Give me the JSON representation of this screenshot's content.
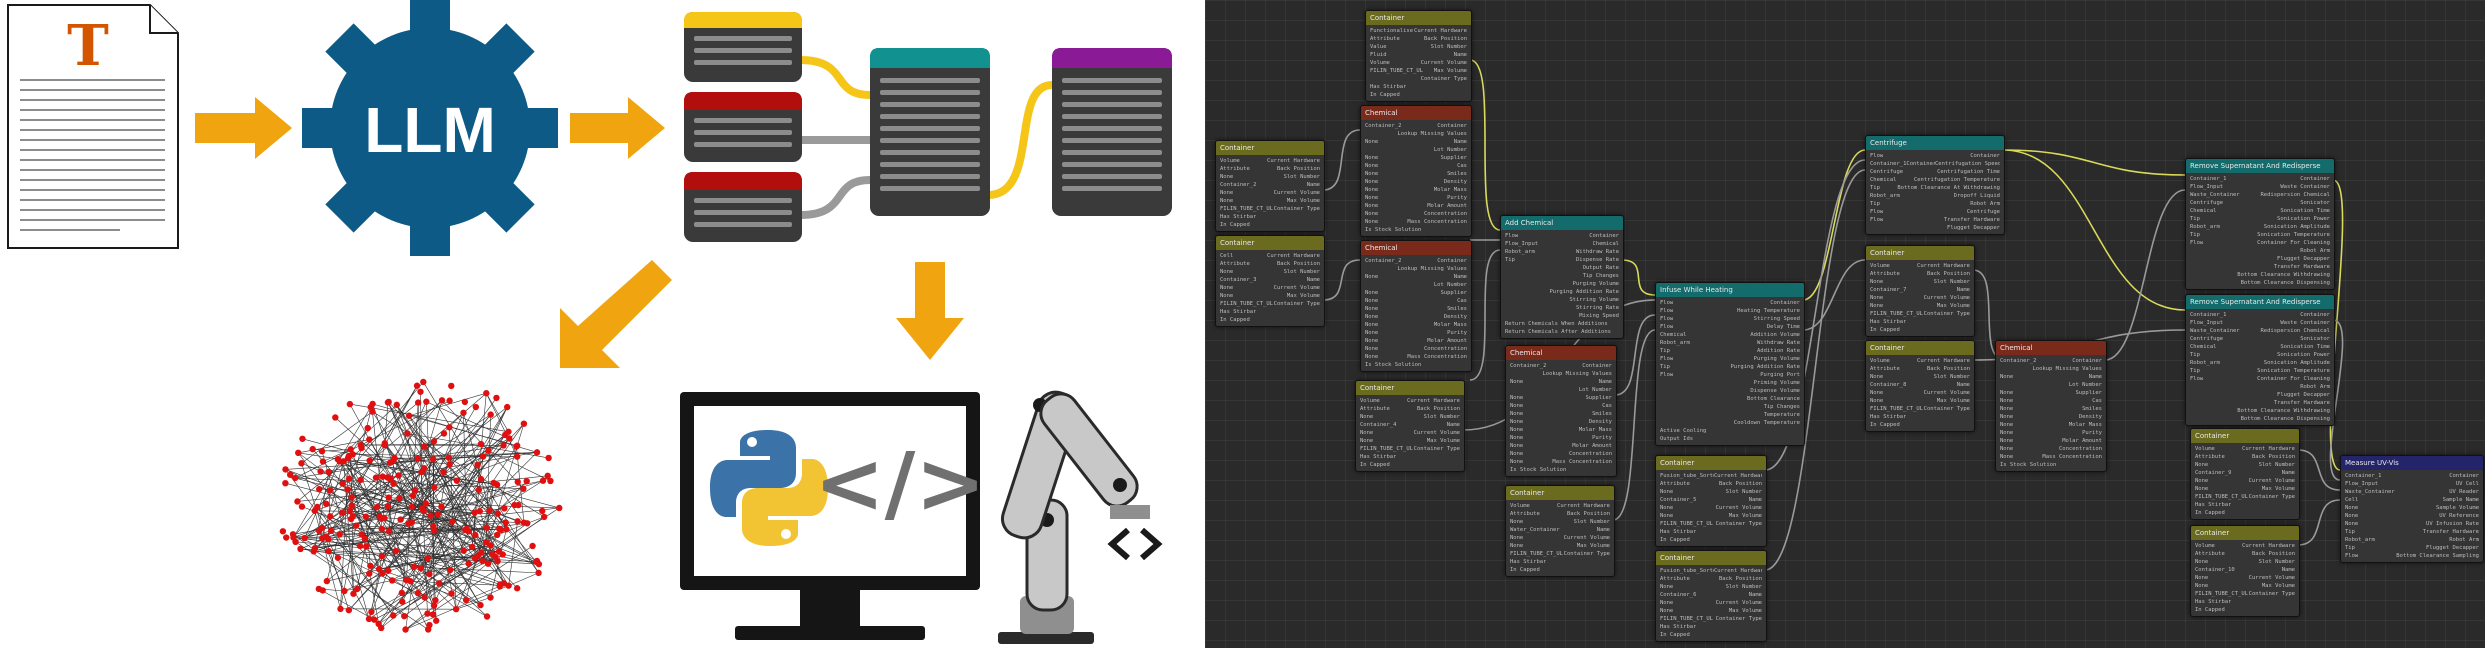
{
  "colors": {
    "arrow": "#f0a410",
    "gear": "#0d5a86",
    "yellow": "#f5c518",
    "red": "#b30e0e",
    "teal": "#129191",
    "purple": "#8b1a96",
    "card": "#3a3a3a",
    "network_dot": "#e01010",
    "screen_frame": "#151515",
    "python_blue": "#3b72a8",
    "python_yellow": "#f2c433",
    "robot_body": "#c8c8c8",
    "node_olive": "#6b6b1f",
    "node_rust": "#7a2a1a",
    "node_teal": "#136b6b",
    "node_navy": "#24246a"
  },
  "pipeline": {
    "document_letter": "T",
    "gear_label": "LLM",
    "code_glyph": "</>",
    "icons": [
      "document-icon",
      "gear-icon",
      "python-logo-icon",
      "robot-arm-icon",
      "monitor-icon",
      "network-graph-icon"
    ]
  },
  "editor": {
    "nodes": [
      {
        "id": "n1",
        "title": "Container",
        "color": "olive",
        "rows": [
          [
            "Functionalise",
            "Current Hardware"
          ],
          [
            "Attribute",
            "Back Position"
          ],
          [
            "Value",
            "Slot Number"
          ],
          [
            "Fluid",
            "Name"
          ],
          [
            "Volume",
            "Current Volume"
          ],
          [
            "FILIN_TUBE_CT_UL",
            "Max Volume"
          ],
          [
            "",
            "Container Type"
          ]
        ],
        "footer": [
          "Has Stirbar",
          "In Capped"
        ]
      },
      {
        "id": "n2",
        "title": "Chemical",
        "color": "rust",
        "rows": [
          [
            "Container_2",
            "Container"
          ],
          [
            "",
            "Lookup Missing Values"
          ],
          [
            "None",
            "Name"
          ],
          [
            "",
            "Lot Number"
          ],
          [
            "None",
            "Supplier"
          ],
          [
            "None",
            "Cas"
          ],
          [
            "None",
            "Smiles"
          ],
          [
            "None",
            "Density"
          ],
          [
            "None",
            "Molar Mass"
          ],
          [
            "None",
            "Purity"
          ],
          [
            "None",
            "Molar Amount"
          ],
          [
            "None",
            "Concentration"
          ],
          [
            "None",
            "Mass Concentration"
          ]
        ],
        "footer": [
          "Is Stock Solution"
        ]
      },
      {
        "id": "n3",
        "title": "Container",
        "color": "olive",
        "rows": [
          [
            "Volume",
            "Current Hardware"
          ],
          [
            "Attribute",
            "Back Position"
          ],
          [
            "None",
            "Slot Number"
          ],
          [
            "Container_2",
            "Name"
          ],
          [
            "None",
            "Current Volume"
          ],
          [
            "None",
            "Max Volume"
          ],
          [
            "FILIN_TUBE_CT_UL",
            "Container Type"
          ]
        ],
        "footer": [
          "Has Stirbar",
          "In Capped"
        ]
      },
      {
        "id": "n4",
        "title": "Container",
        "color": "olive",
        "rows": [
          [
            "Cell",
            "Current Hardware"
          ],
          [
            "Attribute",
            "Back Position"
          ],
          [
            "None",
            "Slot Number"
          ],
          [
            "Container_3",
            "Name"
          ],
          [
            "None",
            "Current Volume"
          ],
          [
            "None",
            "Max Volume"
          ],
          [
            "FILIN_TUBE_CT_UL",
            "Container Type"
          ]
        ],
        "footer": [
          "Has Stirbar",
          "In Capped"
        ]
      },
      {
        "id": "n5",
        "title": "Chemical",
        "color": "rust",
        "rows": [
          [
            "Container_2",
            "Container"
          ],
          [
            "",
            "Lookup Missing Values"
          ],
          [
            "None",
            "Name"
          ],
          [
            "",
            "Lot Number"
          ],
          [
            "None",
            "Supplier"
          ],
          [
            "None",
            "Cas"
          ],
          [
            "None",
            "Smiles"
          ],
          [
            "None",
            "Density"
          ],
          [
            "None",
            "Molar Mass"
          ],
          [
            "None",
            "Purity"
          ],
          [
            "None",
            "Molar Amount"
          ],
          [
            "None",
            "Concentration"
          ],
          [
            "None",
            "Mass Concentration"
          ]
        ],
        "footer": [
          "Is Stock Solution"
        ]
      },
      {
        "id": "n6",
        "title": "Container",
        "color": "olive",
        "rows": [
          [
            "Volume",
            "Current Hardware"
          ],
          [
            "Attribute",
            "Back Position"
          ],
          [
            "None",
            "Slot Number"
          ],
          [
            "Container_4",
            "Name"
          ],
          [
            "None",
            "Current Volume"
          ],
          [
            "None",
            "Max Volume"
          ],
          [
            "FILIN_TUBE_CT_UL",
            "Container Type"
          ]
        ],
        "footer": [
          "Has Stirbar",
          "In Capped"
        ]
      },
      {
        "id": "n7",
        "title": "Add Chemical",
        "color": "teal",
        "rows": [
          [
            "Flow",
            "Container"
          ],
          [
            "Flow_Input",
            "Chemical"
          ],
          [
            "Robot_arm",
            "Withdraw Rate"
          ],
          [
            "Tip",
            "Dispense Rate"
          ],
          [
            "",
            "Output Rate"
          ],
          [
            "",
            "Tip Changes"
          ],
          [
            "",
            "Purging Volume"
          ],
          [
            "",
            "Purging Addition Rate"
          ],
          [
            "",
            "Stirring Volume"
          ],
          [
            "",
            "Stirring Rate"
          ],
          [
            "",
            "Mixing Speed"
          ]
        ],
        "footer": [
          "Return Chemicals When Additions",
          "Return Chemicals After Additions"
        ]
      },
      {
        "id": "n8",
        "title": "Chemical",
        "color": "rust",
        "rows": [
          [
            "Container_2",
            "Container"
          ],
          [
            "",
            "Lookup Missing Values"
          ],
          [
            "None",
            "Name"
          ],
          [
            "",
            "Lot Number"
          ],
          [
            "None",
            "Supplier"
          ],
          [
            "None",
            "Cas"
          ],
          [
            "None",
            "Smiles"
          ],
          [
            "None",
            "Density"
          ],
          [
            "None",
            "Molar Mass"
          ],
          [
            "None",
            "Purity"
          ],
          [
            "None",
            "Molar Amount"
          ],
          [
            "None",
            "Concentration"
          ],
          [
            "None",
            "Mass Concentration"
          ]
        ],
        "footer": [
          "Is Stock Solution"
        ]
      },
      {
        "id": "n9",
        "title": "Container",
        "color": "olive",
        "rows": [
          [
            "Volume",
            "Current Hardware"
          ],
          [
            "Attribute",
            "Back Position"
          ],
          [
            "None",
            "Slot Number"
          ],
          [
            "Water_Container",
            "Name"
          ],
          [
            "None",
            "Current Volume"
          ],
          [
            "None",
            "Max Volume"
          ],
          [
            "FILIN_TUBE_CT_UL",
            "Container Type"
          ]
        ],
        "footer": [
          "Has Stirbar",
          "In Capped"
        ]
      },
      {
        "id": "n10",
        "title": "Infuse While Heating",
        "color": "teal",
        "rows": [
          [
            "Flow",
            "Container"
          ],
          [
            "Flow",
            "Heating Temperature"
          ],
          [
            "Flow",
            "Stirring Speed"
          ],
          [
            "Flow",
            "Delay Time"
          ],
          [
            "Chemical",
            "Addition Volume"
          ],
          [
            "Robot_arm",
            "Withdraw Rate"
          ],
          [
            "Tip",
            "Addition Rate"
          ],
          [
            "Flow",
            "Purging Volume"
          ],
          [
            "Tip",
            "Purging Addition Rate"
          ],
          [
            "Flow",
            "Purging Port"
          ],
          [
            "",
            "Priming Volume"
          ],
          [
            "",
            "Dispense Volume"
          ],
          [
            "",
            "Bottom Clearance"
          ],
          [
            "",
            "Tip Changes"
          ],
          [
            "",
            "Temperature"
          ],
          [
            "",
            "Cooldown Temperature"
          ]
        ],
        "footer": [
          "Active Cooling",
          "Output Ids"
        ]
      },
      {
        "id": "n11",
        "title": "Container",
        "color": "olive",
        "rows": [
          [
            "Fusion_tube_Sorter",
            "Current Hardware"
          ],
          [
            "Attribute",
            "Back Position"
          ],
          [
            "None",
            "Slot Number"
          ],
          [
            "Container_5",
            "Name"
          ],
          [
            "None",
            "Current Volume"
          ],
          [
            "None",
            "Max Volume"
          ],
          [
            "FILIN_TUBE_CT_UL",
            "Container Type"
          ]
        ],
        "footer": [
          "Has Stirbar",
          "In Capped"
        ]
      },
      {
        "id": "n12",
        "title": "Container",
        "color": "olive",
        "rows": [
          [
            "Fusion_tube_Sorter",
            "Current Hardware"
          ],
          [
            "Attribute",
            "Back Position"
          ],
          [
            "None",
            "Slot Number"
          ],
          [
            "Container_6",
            "Name"
          ],
          [
            "None",
            "Current Volume"
          ],
          [
            "None",
            "Max Volume"
          ],
          [
            "FILIN_TUBE_CT_UL",
            "Container Type"
          ]
        ],
        "footer": [
          "Has Stirbar",
          "In Capped"
        ]
      },
      {
        "id": "n13",
        "title": "Centrifuge",
        "color": "teal",
        "rows": [
          [
            "Flow",
            "Container"
          ],
          [
            "Container_1Container",
            "Centrifugation Speed"
          ],
          [
            "Centrifuge",
            "Centrifugation Time"
          ],
          [
            "Chemical",
            "Centrifugation Temperature"
          ],
          [
            "Tip",
            "Bottom Clearance At Withdrawing"
          ],
          [
            "Robot_arm",
            "Dropoff Liquid"
          ],
          [
            "Tip",
            "Robot Arm"
          ],
          [
            "Flow",
            "Centrifuge"
          ],
          [
            "Flow",
            "Transfer Hardware"
          ],
          [
            "",
            "Flugget Decapper"
          ]
        ],
        "footer": []
      },
      {
        "id": "n14",
        "title": "Container",
        "color": "olive",
        "rows": [
          [
            "Volume",
            "Current Hardware"
          ],
          [
            "Attribute",
            "Back Position"
          ],
          [
            "None",
            "Slot Number"
          ],
          [
            "Container_7",
            "Name"
          ],
          [
            "None",
            "Current Volume"
          ],
          [
            "None",
            "Max Volume"
          ],
          [
            "FILIN_TUBE_CT_UL",
            "Container Type"
          ]
        ],
        "footer": [
          "Has Stirbar",
          "In Capped"
        ]
      },
      {
        "id": "n15",
        "title": "Container",
        "color": "olive",
        "rows": [
          [
            "Volume",
            "Current Hardware"
          ],
          [
            "Attribute",
            "Back Position"
          ],
          [
            "None",
            "Slot Number"
          ],
          [
            "Container_8",
            "Name"
          ],
          [
            "None",
            "Current Volume"
          ],
          [
            "None",
            "Max Volume"
          ],
          [
            "FILIN_TUBE_CT_UL",
            "Container Type"
          ]
        ],
        "footer": [
          "Has Stirbar",
          "In Capped"
        ]
      },
      {
        "id": "n16",
        "title": "Chemical",
        "color": "rust",
        "rows": [
          [
            "Container_2",
            "Container"
          ],
          [
            "",
            "Lookup Missing Values"
          ],
          [
            "None",
            "Name"
          ],
          [
            "",
            "Lot Number"
          ],
          [
            "None",
            "Supplier"
          ],
          [
            "None",
            "Cas"
          ],
          [
            "None",
            "Smiles"
          ],
          [
            "None",
            "Density"
          ],
          [
            "None",
            "Molar Mass"
          ],
          [
            "None",
            "Purity"
          ],
          [
            "None",
            "Molar Amount"
          ],
          [
            "None",
            "Concentration"
          ],
          [
            "None",
            "Mass Concentration"
          ]
        ],
        "footer": [
          "Is Stock Solution"
        ]
      },
      {
        "id": "n17",
        "title": "Remove Supernatant And Redisperse",
        "color": "teal",
        "rows": [
          [
            "Container_1",
            "Container"
          ],
          [
            "Flow_Input",
            "Waste Container"
          ],
          [
            "Waste_Container",
            "Redispersion Chemical"
          ],
          [
            "Centrifuge",
            "Sonicator"
          ],
          [
            "Chemical",
            "Sonication Time"
          ],
          [
            "Tip",
            "Sonication Power"
          ],
          [
            "Robot_arm",
            "Sonication Amplitude"
          ],
          [
            "Tip",
            "Sonication Temperature"
          ],
          [
            "Flow",
            "Container For Cleaning"
          ],
          [
            "",
            "Robot Arm"
          ],
          [
            "",
            "Flugget Decapper"
          ],
          [
            "",
            "Transfer Hardware"
          ],
          [
            "",
            "Bottom Clearance Withdrawing"
          ],
          [
            "",
            "Bottom Clearance Dispensing"
          ]
        ],
        "footer": []
      },
      {
        "id": "n18",
        "title": "Remove Supernatant And Redisperse",
        "color": "teal",
        "rows": [
          [
            "Container_1",
            "Container"
          ],
          [
            "Flow_Input",
            "Waste Container"
          ],
          [
            "Waste_Container",
            "Redispersion Chemical"
          ],
          [
            "Centrifuge",
            "Sonicator"
          ],
          [
            "Chemical",
            "Sonication Time"
          ],
          [
            "Tip",
            "Sonication Power"
          ],
          [
            "Robot_arm",
            "Sonication Amplitude"
          ],
          [
            "Tip",
            "Sonication Temperature"
          ],
          [
            "Flow",
            "Container For Cleaning"
          ],
          [
            "",
            "Robot Arm"
          ],
          [
            "",
            "Flugget Decapper"
          ],
          [
            "",
            "Transfer Hardware"
          ],
          [
            "",
            "Bottom Clearance Withdrawing"
          ],
          [
            "",
            "Bottom Clearance Dispensing"
          ]
        ],
        "footer": []
      },
      {
        "id": "n19",
        "title": "Container",
        "color": "olive",
        "rows": [
          [
            "Volume",
            "Current Hardware"
          ],
          [
            "Attribute",
            "Back Position"
          ],
          [
            "None",
            "Slot Number"
          ],
          [
            "Container_9",
            "Name"
          ],
          [
            "None",
            "Current Volume"
          ],
          [
            "None",
            "Max Volume"
          ],
          [
            "FILIN_TUBE_CT_UL",
            "Container Type"
          ]
        ],
        "footer": [
          "Has Stirbar",
          "In Capped"
        ]
      },
      {
        "id": "n20",
        "title": "Container",
        "color": "olive",
        "rows": [
          [
            "Volume",
            "Current Hardware"
          ],
          [
            "Attribute",
            "Back Position"
          ],
          [
            "None",
            "Slot Number"
          ],
          [
            "Container_10",
            "Name"
          ],
          [
            "None",
            "Current Volume"
          ],
          [
            "None",
            "Max Volume"
          ],
          [
            "FILIN_TUBE_CT_UL",
            "Container Type"
          ]
        ],
        "footer": [
          "Has Stirbar",
          "In Capped"
        ]
      },
      {
        "id": "n21",
        "title": "Measure UV-Vis",
        "color": "navy",
        "rows": [
          [
            "Container_1",
            "Container"
          ],
          [
            "Flow_Input",
            "UV Cell"
          ],
          [
            "Waste_Container",
            "UV Reader"
          ],
          [
            "Cell",
            "Sample Name"
          ],
          [
            "None",
            "Sample Volume"
          ],
          [
            "None",
            "UV Reference"
          ],
          [
            "None",
            "UV Infusion Rate"
          ],
          [
            "Tip",
            "Transfer Hardware"
          ],
          [
            "Robot_arm",
            "Robot Arm"
          ],
          [
            "Tip",
            "Flugget Decapper"
          ],
          [
            "Flow",
            "Bottom Clearance Sampling"
          ]
        ],
        "footer": []
      }
    ]
  }
}
